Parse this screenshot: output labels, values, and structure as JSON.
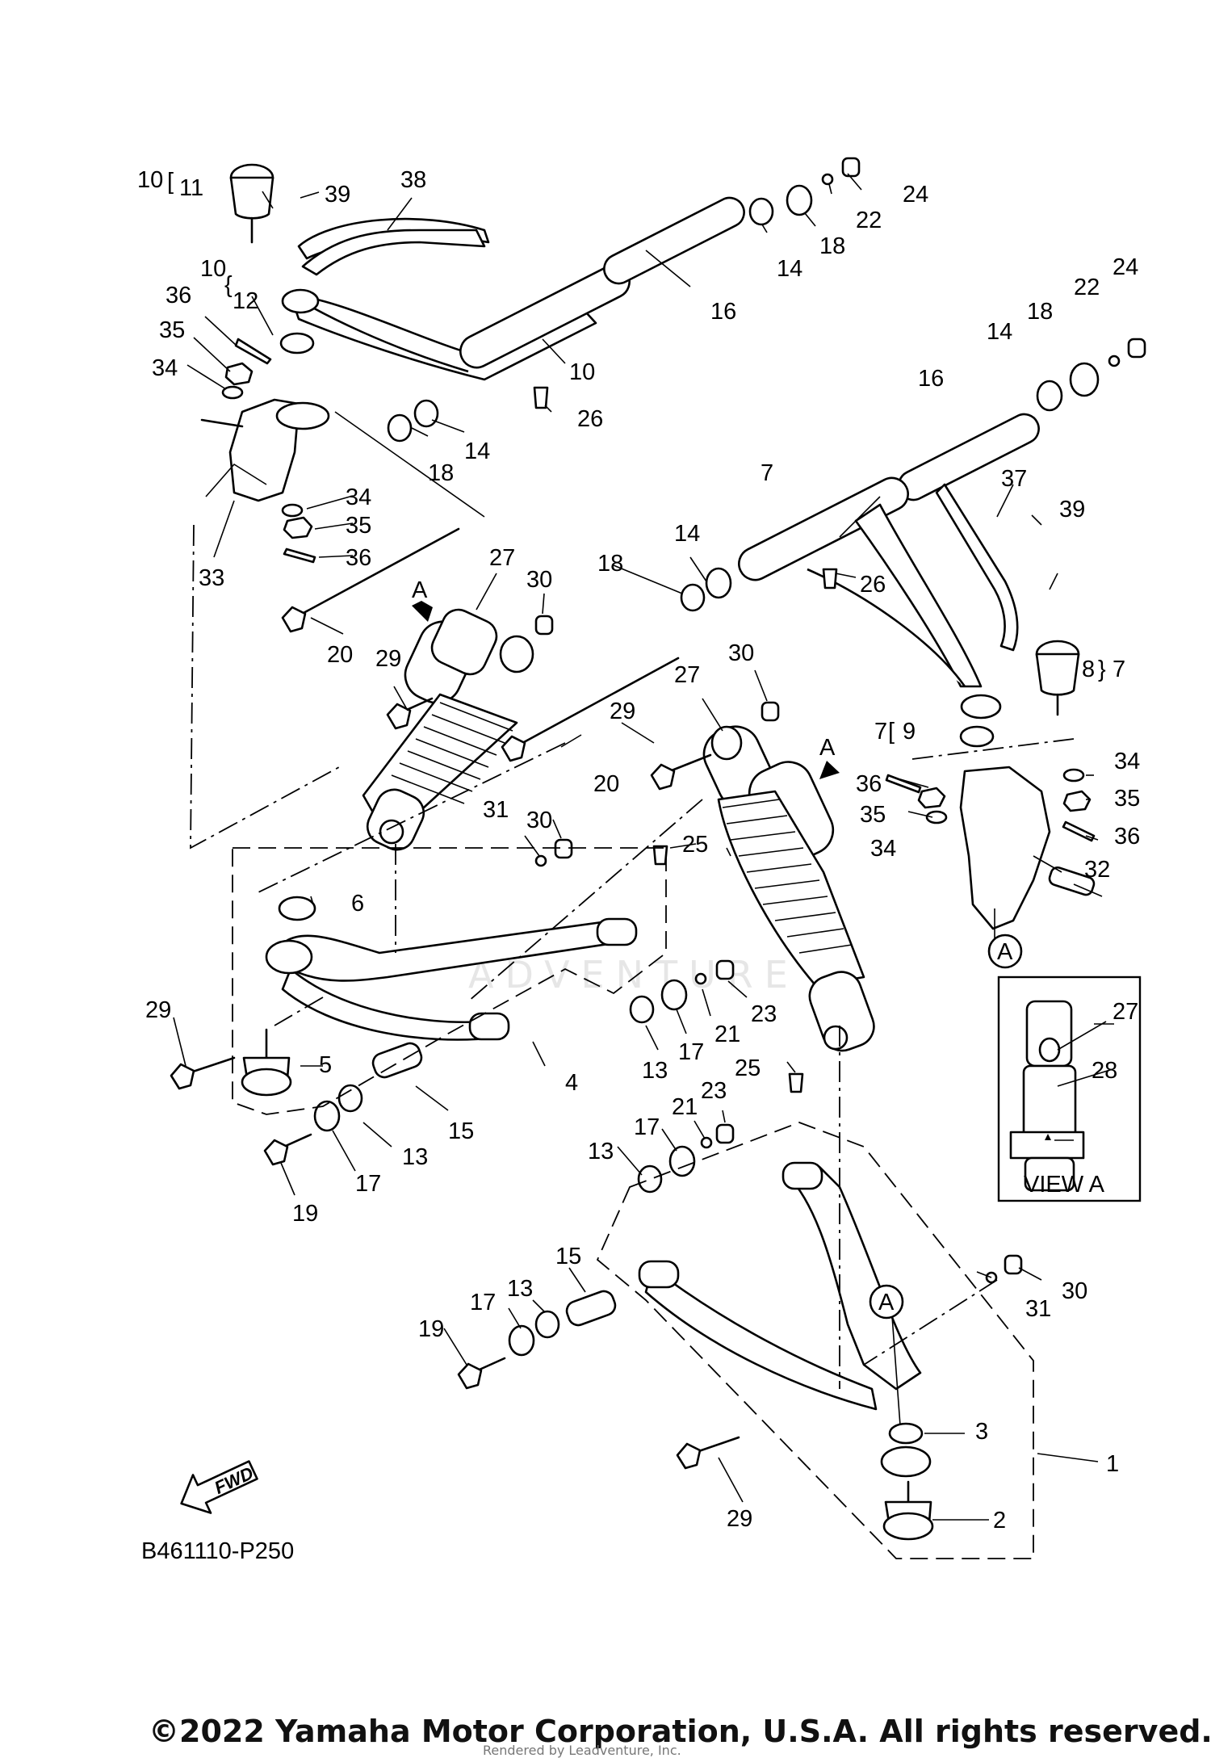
{
  "watermark_text": "ADVENTURE",
  "diagram_code": "B461110-P250",
  "direction_label": "FWD",
  "view_panel": {
    "title": "VIEW A",
    "labels": [
      "27",
      "28"
    ]
  },
  "view_marker": "A",
  "callouts": {
    "p1": "1",
    "p2": "2",
    "p3": "3",
    "p4": "4",
    "p5": "5",
    "p6": "6",
    "p7a": "7",
    "p7b": "7",
    "p7c": "7",
    "p8": "8",
    "p9": "9",
    "p10a": "10",
    "p10b": "10",
    "p10c": "10",
    "p11": "11",
    "p12": "12",
    "p13a": "13",
    "p13b": "13",
    "p13c": "13",
    "p13d": "13",
    "p14a": "14",
    "p14b": "14",
    "p14c": "14",
    "p14d": "14",
    "p15a": "15",
    "p15b": "15",
    "p16a": "16",
    "p16b": "16",
    "p17a": "17",
    "p17b": "17",
    "p17c": "17",
    "p17d": "17",
    "p18a": "18",
    "p18b": "18",
    "p18c": "18",
    "p18d": "18",
    "p19a": "19",
    "p19b": "19",
    "p20a": "20",
    "p20b": "20",
    "p21a": "21",
    "p21b": "21",
    "p22a": "22",
    "p22b": "22",
    "p23a": "23",
    "p23b": "23",
    "p24a": "24",
    "p24b": "24",
    "p25a": "25",
    "p25b": "25",
    "p26a": "26",
    "p26b": "26",
    "p27a": "27",
    "p27b": "27",
    "p29a": "29",
    "p29b": "29",
    "p29c": "29",
    "p29d": "29",
    "p30a": "30",
    "p30b": "30",
    "p30c": "30",
    "p30d": "30",
    "p31a": "31",
    "p31b": "31",
    "p32": "32",
    "p33": "33",
    "p34a": "34",
    "p34b": "34",
    "p34c": "34",
    "p34d": "34",
    "p35a": "35",
    "p35b": "35",
    "p35c": "35",
    "p35d": "35",
    "p36a": "36",
    "p36b": "36",
    "p36c": "36",
    "p36d": "36",
    "p37": "37",
    "p38": "38",
    "p39a": "39",
    "p39b": "39",
    "arrowA1": "A",
    "arrowA2": "A",
    "circA1": "A",
    "circA2": "A"
  },
  "footer": {
    "copyright": "©2022 Yamaha Motor Corporation, U.S.A. All rights reserved.",
    "rendered_by": "Rendered by Leadventure, Inc."
  }
}
